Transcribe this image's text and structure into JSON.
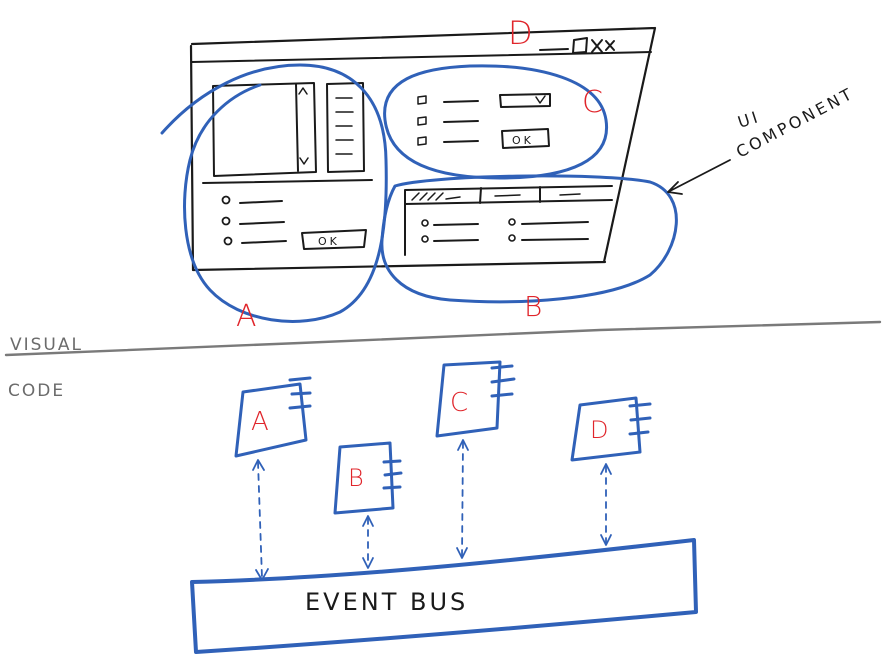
{
  "colors": {
    "ink": "#1a1a1a",
    "blue": "#3061b8",
    "red": "#e0252b",
    "gray": "#6b6b6b"
  },
  "labels": {
    "region_a": "A",
    "region_b": "B",
    "region_c": "C",
    "region_d": "D",
    "window_controls": "_□x",
    "ok_a": "OK",
    "ok_c": "OK",
    "ui_component_line1": "UI",
    "ui_component_line2": "COMPONENT",
    "visual": "VISUAL",
    "code": "CODE",
    "event_bus": "EVENT BUS"
  },
  "components": [
    {
      "id": "A",
      "label": "A"
    },
    {
      "id": "B",
      "label": "B"
    },
    {
      "id": "C",
      "label": "C"
    },
    {
      "id": "D",
      "label": "D"
    }
  ]
}
